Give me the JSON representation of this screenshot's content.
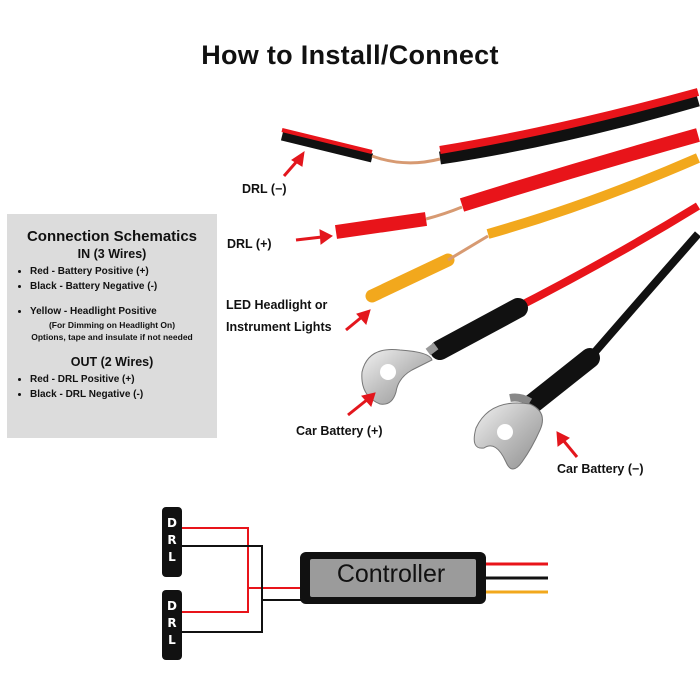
{
  "title": "How to Install/Connect",
  "schematics": {
    "heading": "Connection Schematics",
    "in_group": {
      "title": "IN (3 Wires)",
      "items": [
        "Red - Battery Positive (+)",
        "Black - Battery Negative (-)"
      ],
      "yellow_item": "Yellow - Headlight Positive",
      "yellow_note_1": "(For Dimming on Headlight On)",
      "yellow_note_2": "Options, tape and insulate if not needed"
    },
    "out_group": {
      "title": "OUT (2 Wires)",
      "items": [
        "Red - DRL Positive (+)",
        "Black - DRL Negative (-)"
      ]
    }
  },
  "wire_labels": {
    "drl_negative": "DRL (−)",
    "drl_positive": "DRL (+)",
    "led_headlight_line1": "LED Headlight or",
    "led_headlight_line2": "Instrument Lights",
    "car_battery_positive": "Car Battery (+)",
    "car_battery_negative": "Car Battery (−)"
  },
  "bottom_diagram": {
    "controller_label": "Controller",
    "drl_letters": [
      "D",
      "R",
      "L"
    ]
  },
  "colors": {
    "wire_red": "#e8141a",
    "wire_black": "#111111",
    "wire_yellow": "#f2a81d",
    "arrow_red": "#e3161d",
    "box_gray": "#dcdcdc",
    "copper": "#d79a72",
    "terminal_silver": "#c9c9c9"
  }
}
